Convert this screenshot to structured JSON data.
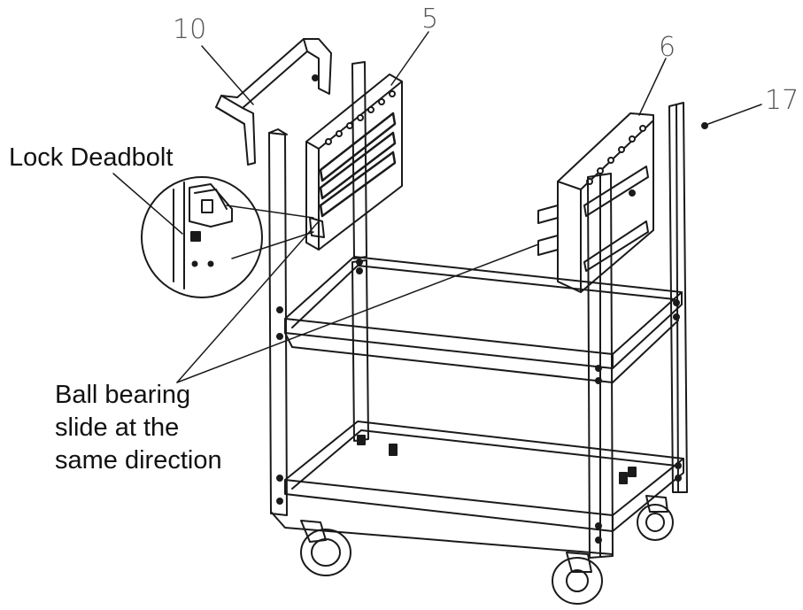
{
  "part_numbers": {
    "p10": "10",
    "p5": "5",
    "p6": "6",
    "p17": "17"
  },
  "callouts": {
    "lock_deadbolt": "Lock Deadbolt",
    "ball_bearing_line1": "Ball bearing",
    "ball_bearing_line2": "slide at the",
    "ball_bearing_line3": "same direction"
  },
  "colors": {
    "line": "#1a1a1a",
    "text": "#111111",
    "part_number": "#555555",
    "background": "#ffffff"
  }
}
